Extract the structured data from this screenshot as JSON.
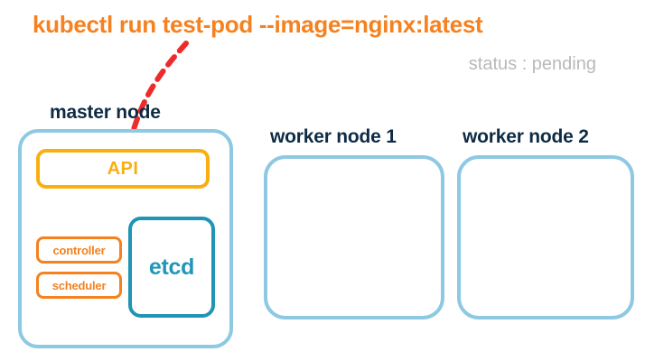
{
  "command": {
    "text": "kubectl run test-pod --image=nginx:latest",
    "color": "#F5811F"
  },
  "status": {
    "text": "status : pending",
    "label": "status",
    "separator": ":",
    "value": "pending",
    "color": "#B9B9B9"
  },
  "arrow": {
    "name": "dashed-curved-arrow",
    "style": "dashed",
    "color": "#EE2B2B",
    "from": "command-text",
    "to": "api-box"
  },
  "cluster": {
    "master": {
      "title": "master node",
      "border_color": "#8EC9E3",
      "components": {
        "api": {
          "label": "API",
          "color": "#FAAF10"
        },
        "controller": {
          "label": "controller",
          "color": "#F5811F"
        },
        "scheduler": {
          "label": "scheduler",
          "color": "#F5811F"
        },
        "etcd": {
          "label": "etcd",
          "color": "#2196B8"
        }
      }
    },
    "workers": [
      {
        "title": "worker node 1",
        "border_color": "#8EC9E3",
        "pods": []
      },
      {
        "title": "worker node 2",
        "border_color": "#8EC9E3",
        "pods": []
      }
    ]
  },
  "colors": {
    "background": "#FFFFFF",
    "title_text": "#0E2B45",
    "accent_orange": "#F5811F",
    "accent_amber": "#FAAF10",
    "accent_teal": "#2196B8",
    "accent_lightblue": "#8EC9E3",
    "accent_red": "#EE2B2B",
    "muted_gray": "#B9B9B9"
  }
}
